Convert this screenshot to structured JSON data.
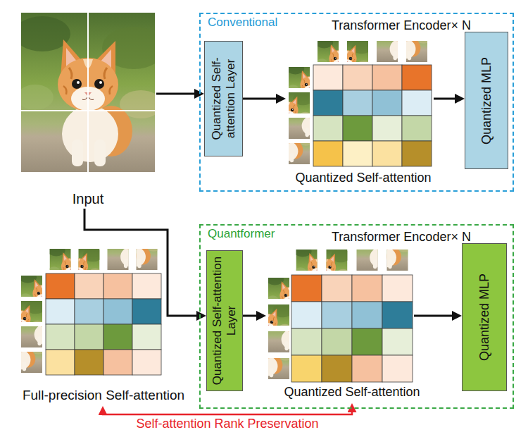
{
  "diagram": {
    "nodes": [
      {
        "text": [
          "Input"
        ]
      },
      {
        "text": [
          "Conventional",
          "Transformer Encoder× N"
        ]
      },
      {
        "text": [
          "Quantized Self-attention Layer"
        ],
        "in": 1
      },
      {
        "text": [
          "Quantized Self-attention"
        ],
        "in": 1
      },
      {
        "text": [
          "Quantized MLP"
        ],
        "in": 1
      },
      {
        "text": [
          "Full-precision Self-attention"
        ]
      },
      {
        "text": [
          "Quantformer",
          "Transformer Encoder× N"
        ]
      },
      {
        "text": [
          "Quantized Self-attention Layer"
        ],
        "in": 6
      },
      {
        "text": [
          "Quantized Self-attention"
        ],
        "in": 6
      },
      {
        "text": [
          "Quantized MLP"
        ],
        "in": 6
      }
    ],
    "edges": [
      {
        "from": 0,
        "to": 2,
        "arrow": "to"
      },
      {
        "from": 2,
        "to": 3,
        "arrow": "to"
      },
      {
        "from": 3,
        "to": 4,
        "arrow": "to"
      },
      {
        "from": 0,
        "to": 7,
        "arrow": "to"
      },
      {
        "from": 7,
        "to": 8,
        "arrow": "to"
      },
      {
        "from": 8,
        "to": 9,
        "arrow": "to"
      },
      {
        "from": 5,
        "to": 8,
        "label": "Self-attention Rank Preservation",
        "arrow": "both"
      }
    ]
  }
}
